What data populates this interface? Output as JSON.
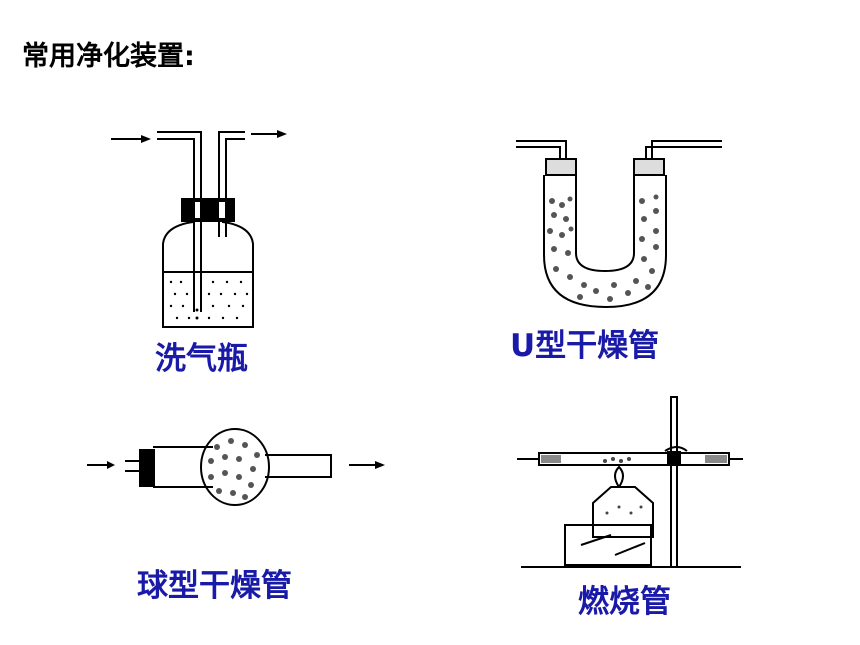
{
  "title": "常用净化装置:",
  "colors": {
    "label": "#1a1aa8",
    "line": "#000000"
  },
  "devices": [
    {
      "id": "gas-washing-bottle",
      "label": "洗气瓶"
    },
    {
      "id": "u-drying-tube",
      "label": "U型干燥管"
    },
    {
      "id": "bulb-drying-tube",
      "label": "球型干燥管"
    },
    {
      "id": "combustion-tube",
      "label": "燃烧管"
    }
  ]
}
